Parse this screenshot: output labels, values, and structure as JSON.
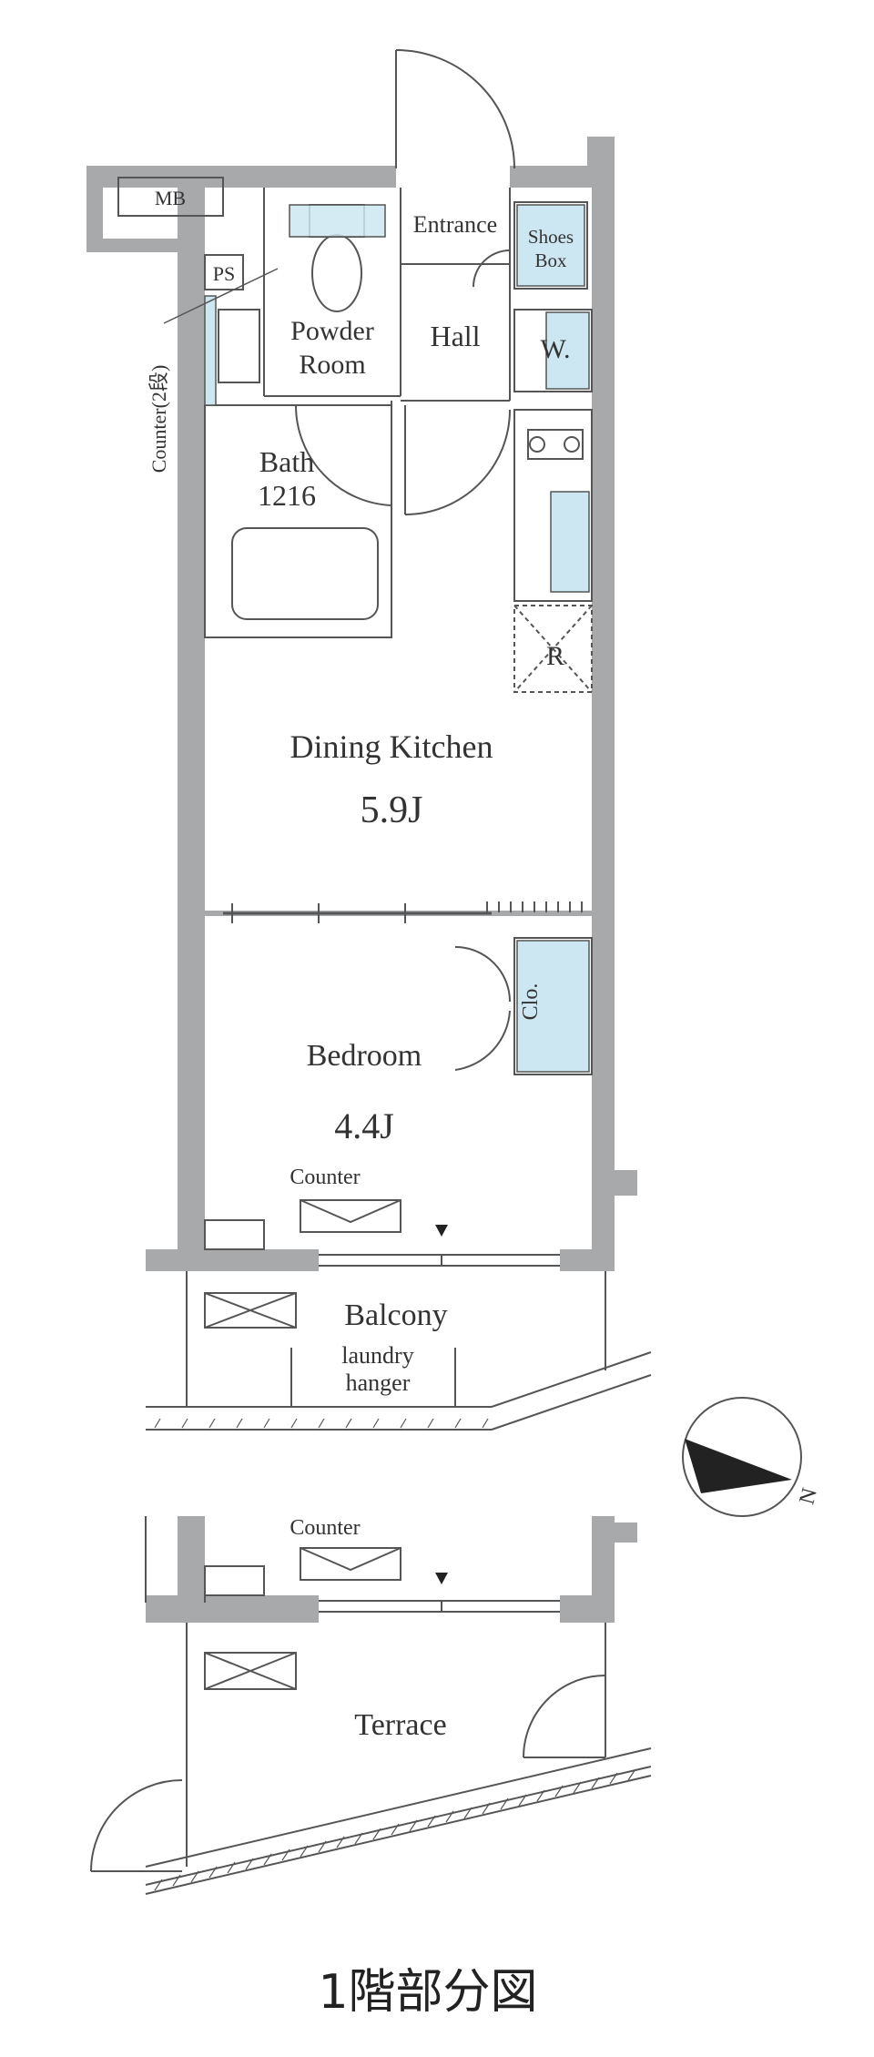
{
  "labels": {
    "mb": "MB",
    "ps": "PS",
    "entrance": "Entrance",
    "shoes_box_1": "Shoes",
    "shoes_box_2": "Box",
    "powder_room_1": "Powder",
    "powder_room_2": "Room",
    "hall": "Hall",
    "wardrobe": "W.",
    "bath_1": "Bath",
    "bath_2": "1216",
    "counter_vertical": "Counter(2段)",
    "refrigerator": "R",
    "dining_kitchen": "Dining Kitchen",
    "dining_kitchen_size": "5.9J",
    "closet": "Clo.",
    "bedroom": "Bedroom",
    "bedroom_size": "4.4J",
    "counter_bedroom": "Counter",
    "balcony": "Balcony",
    "laundry_1": "laundry",
    "laundry_2": "hanger",
    "counter_lower": "Counter",
    "terrace": "Terrace",
    "north": "N"
  },
  "caption": "1階部分図",
  "colors": {
    "wall": "#a7a9ab",
    "line": "#555555",
    "fixture_fill": "#cde7f2",
    "text": "#333333"
  }
}
